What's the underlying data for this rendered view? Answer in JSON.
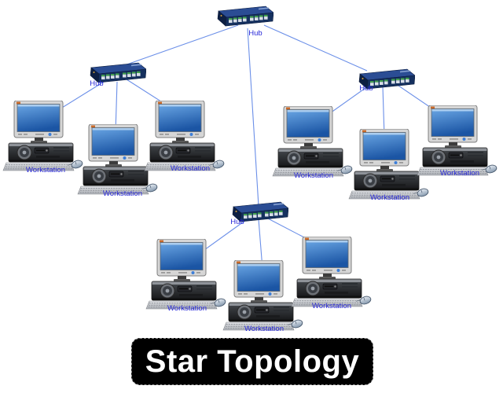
{
  "title": {
    "text": "Star Topology"
  },
  "nodes": {
    "hubs": [
      {
        "id": "hub-top",
        "label": "Hub"
      },
      {
        "id": "hub-left",
        "label": "Hub"
      },
      {
        "id": "hub-right",
        "label": "Hub"
      },
      {
        "id": "hub-bottom",
        "label": "Hub"
      }
    ],
    "workstations": [
      {
        "id": "ws-1",
        "label": "Workstation"
      },
      {
        "id": "ws-2",
        "label": "Workstation"
      },
      {
        "id": "ws-3",
        "label": "Workstation"
      },
      {
        "id": "ws-4",
        "label": "Workstation"
      },
      {
        "id": "ws-5",
        "label": "Workstation"
      },
      {
        "id": "ws-6",
        "label": "Workstation"
      },
      {
        "id": "ws-7",
        "label": "Workstation"
      },
      {
        "id": "ws-8",
        "label": "Workstation"
      },
      {
        "id": "ws-9",
        "label": "Workstation"
      }
    ]
  },
  "connections": [
    {
      "from": "hub-top",
      "to": "hub-left"
    },
    {
      "from": "hub-top",
      "to": "hub-right"
    },
    {
      "from": "hub-top",
      "to": "hub-bottom"
    },
    {
      "from": "hub-left",
      "to": "ws-1"
    },
    {
      "from": "hub-left",
      "to": "ws-2"
    },
    {
      "from": "hub-left",
      "to": "ws-3"
    },
    {
      "from": "hub-right",
      "to": "ws-4"
    },
    {
      "from": "hub-right",
      "to": "ws-5"
    },
    {
      "from": "hub-right",
      "to": "ws-6"
    },
    {
      "from": "hub-bottom",
      "to": "ws-7"
    },
    {
      "from": "hub-bottom",
      "to": "ws-8"
    },
    {
      "from": "hub-bottom",
      "to": "ws-9"
    }
  ],
  "colors": {
    "background": "#ffffff",
    "connection_line": "#6b8fe8",
    "node_label": "#2626d8",
    "hub_top_face": "#2b4d94",
    "hub_front_face": "#15305e",
    "screen_top": "#6aa6e4",
    "screen_bottom": "#1b55a4",
    "title_bg": "#000000",
    "title_text": "#ffffff"
  }
}
